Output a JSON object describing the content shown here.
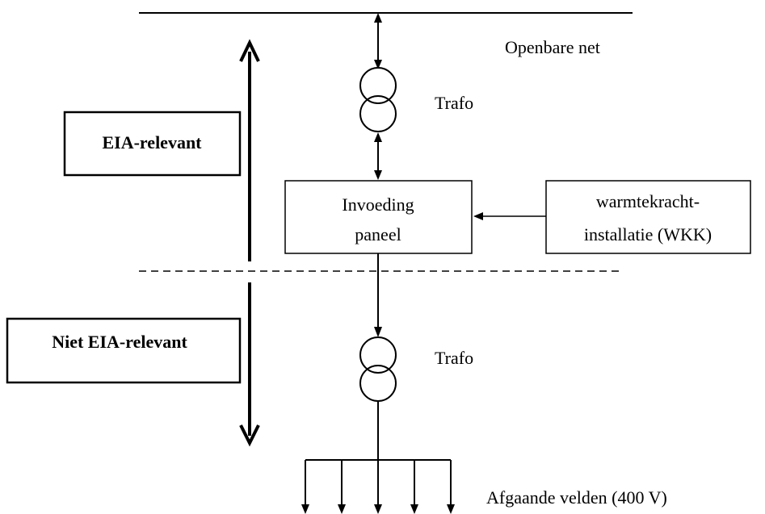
{
  "labels": {
    "grid": "Openbare net",
    "trafo_top": "Trafo",
    "trafo_bottom": "Trafo",
    "panel_line1": "Invoeding",
    "panel_line2": "paneel",
    "wkk_line1": "warmtekracht-",
    "wkk_line2": "installatie (WKK)",
    "eia_relevant": "EIA-relevant",
    "niet_eia_relevant": "Niet EIA-relevant",
    "outgoing": "Afgaande velden (400 V)"
  }
}
